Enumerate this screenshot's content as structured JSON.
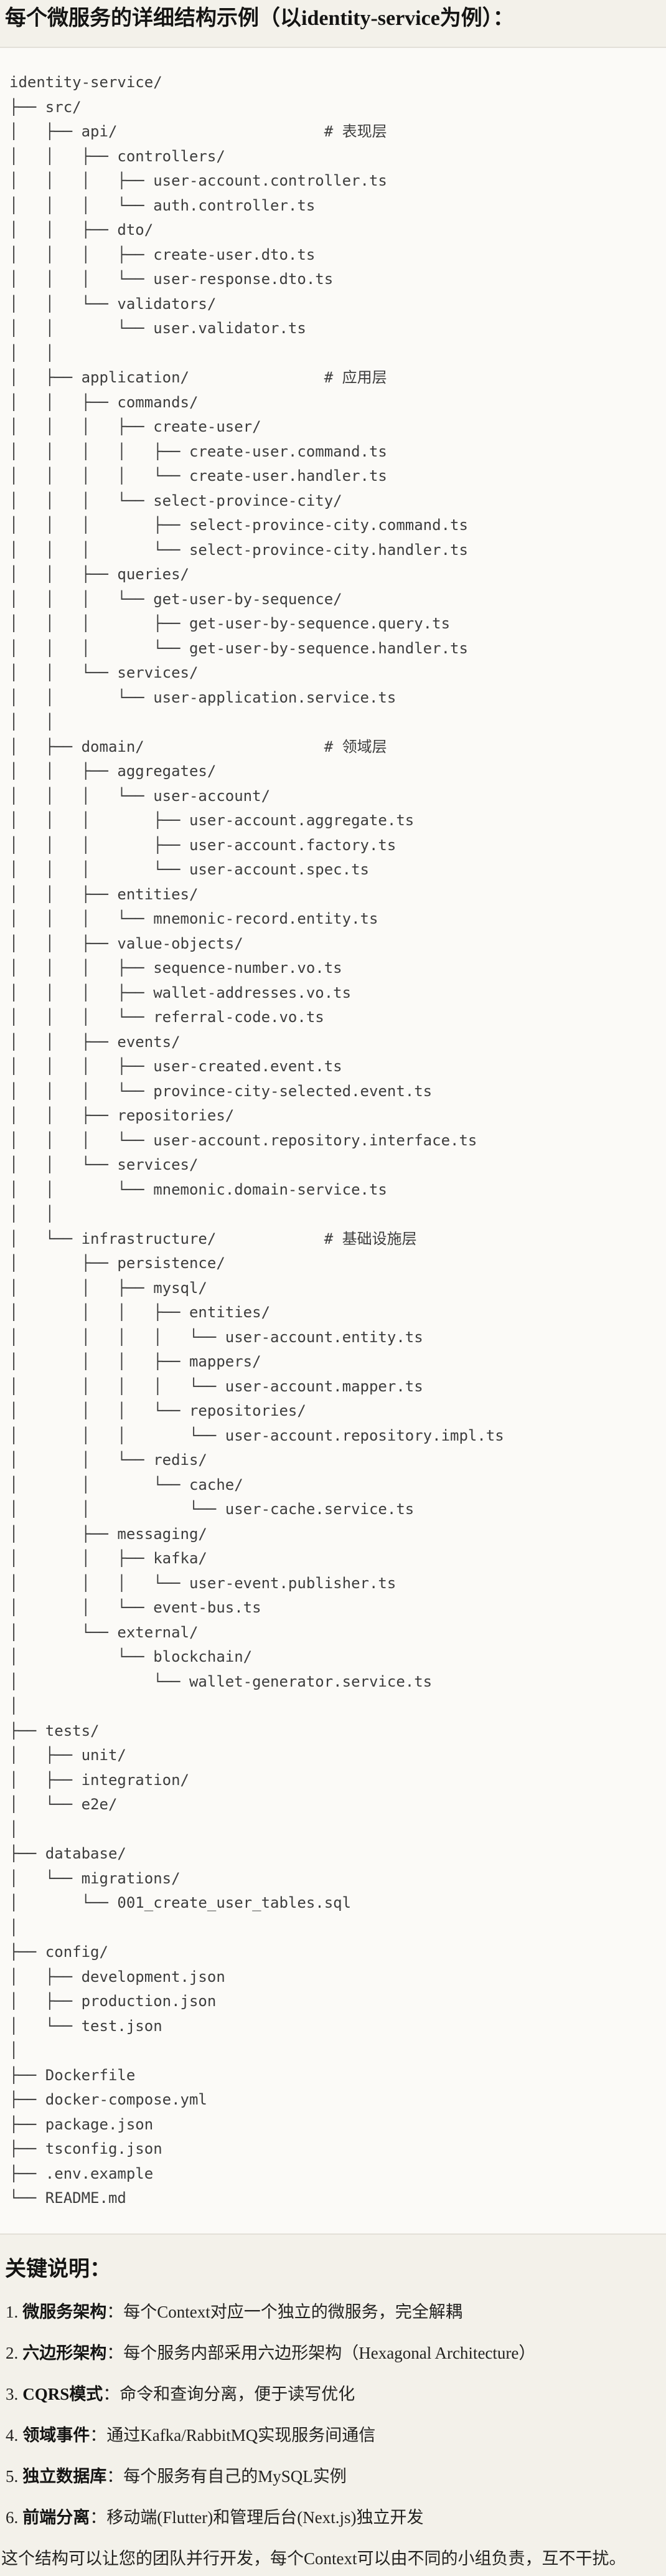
{
  "page": {
    "background_color": "#f3f1ea",
    "code_background_color": "#fbfaf7",
    "code_border_color": "#e3e0d8",
    "code_text_color": "#3d3d3d"
  },
  "header": {
    "title": "每个微服务的详细结构示例（以identity-service为例）："
  },
  "code_block": {
    "lines": [
      "identity-service/",
      "├── src/",
      "│   ├── api/                       # 表现层",
      "│   │   ├── controllers/",
      "│   │   │   ├── user-account.controller.ts",
      "│   │   │   └── auth.controller.ts",
      "│   │   ├── dto/",
      "│   │   │   ├── create-user.dto.ts",
      "│   │   │   └── user-response.dto.ts",
      "│   │   └── validators/",
      "│   │       └── user.validator.ts",
      "│   │",
      "│   ├── application/               # 应用层",
      "│   │   ├── commands/",
      "│   │   │   ├── create-user/",
      "│   │   │   │   ├── create-user.command.ts",
      "│   │   │   │   └── create-user.handler.ts",
      "│   │   │   └── select-province-city/",
      "│   │   │       ├── select-province-city.command.ts",
      "│   │   │       └── select-province-city.handler.ts",
      "│   │   ├── queries/",
      "│   │   │   └── get-user-by-sequence/",
      "│   │   │       ├── get-user-by-sequence.query.ts",
      "│   │   │       └── get-user-by-sequence.handler.ts",
      "│   │   └── services/",
      "│   │       └── user-application.service.ts",
      "│   │",
      "│   ├── domain/                    # 领域层",
      "│   │   ├── aggregates/",
      "│   │   │   └── user-account/",
      "│   │   │       ├── user-account.aggregate.ts",
      "│   │   │       ├── user-account.factory.ts",
      "│   │   │       └── user-account.spec.ts",
      "│   │   ├── entities/",
      "│   │   │   └── mnemonic-record.entity.ts",
      "│   │   ├── value-objects/",
      "│   │   │   ├── sequence-number.vo.ts",
      "│   │   │   ├── wallet-addresses.vo.ts",
      "│   │   │   └── referral-code.vo.ts",
      "│   │   ├── events/",
      "│   │   │   ├── user-created.event.ts",
      "│   │   │   └── province-city-selected.event.ts",
      "│   │   ├── repositories/",
      "│   │   │   └── user-account.repository.interface.ts",
      "│   │   └── services/",
      "│   │       └── mnemonic.domain-service.ts",
      "│   │",
      "│   └── infrastructure/            # 基础设施层",
      "│       ├── persistence/",
      "│       │   ├── mysql/",
      "│       │   │   ├── entities/",
      "│       │   │   │   └── user-account.entity.ts",
      "│       │   │   ├── mappers/",
      "│       │   │   │   └── user-account.mapper.ts",
      "│       │   │   └── repositories/",
      "│       │   │       └── user-account.repository.impl.ts",
      "│       │   └── redis/",
      "│       │       └── cache/",
      "│       │           └── user-cache.service.ts",
      "│       ├── messaging/",
      "│       │   ├── kafka/",
      "│       │   │   └── user-event.publisher.ts",
      "│       │   └── event-bus.ts",
      "│       └── external/",
      "│           └── blockchain/",
      "│               └── wallet-generator.service.ts",
      "│",
      "├── tests/",
      "│   ├── unit/",
      "│   ├── integration/",
      "│   └── e2e/",
      "│",
      "├── database/",
      "│   └── migrations/",
      "│       └── 001_create_user_tables.sql",
      "│",
      "├── config/",
      "│   ├── development.json",
      "│   ├── production.json",
      "│   └── test.json",
      "│",
      "├── Dockerfile",
      "├── docker-compose.yml",
      "├── package.json",
      "├── tsconfig.json",
      "├── .env.example",
      "└── README.md"
    ]
  },
  "notes": {
    "heading": "关键说明：",
    "items": [
      {
        "num": "1.",
        "term": "微服务架构",
        "text": "：每个Context对应一个独立的微服务，完全解耦"
      },
      {
        "num": "2.",
        "term": "六边形架构",
        "text": "：每个服务内部采用六边形架构（Hexagonal Architecture）"
      },
      {
        "num": "3.",
        "term": "CQRS模式",
        "text": "：命令和查询分离，便于读写优化"
      },
      {
        "num": "4.",
        "term": "领域事件",
        "text": "：通过Kafka/RabbitMQ实现服务间通信"
      },
      {
        "num": "5.",
        "term": "独立数据库",
        "text": "：每个服务有自己的MySQL实例"
      },
      {
        "num": "6.",
        "term": "前端分离",
        "text": "：移动端(Flutter)和管理后台(Next.js)独立开发"
      }
    ],
    "closing": "这个结构可以让您的团队并行开发，每个Context可以由不同的小组负责，互不干扰。"
  }
}
